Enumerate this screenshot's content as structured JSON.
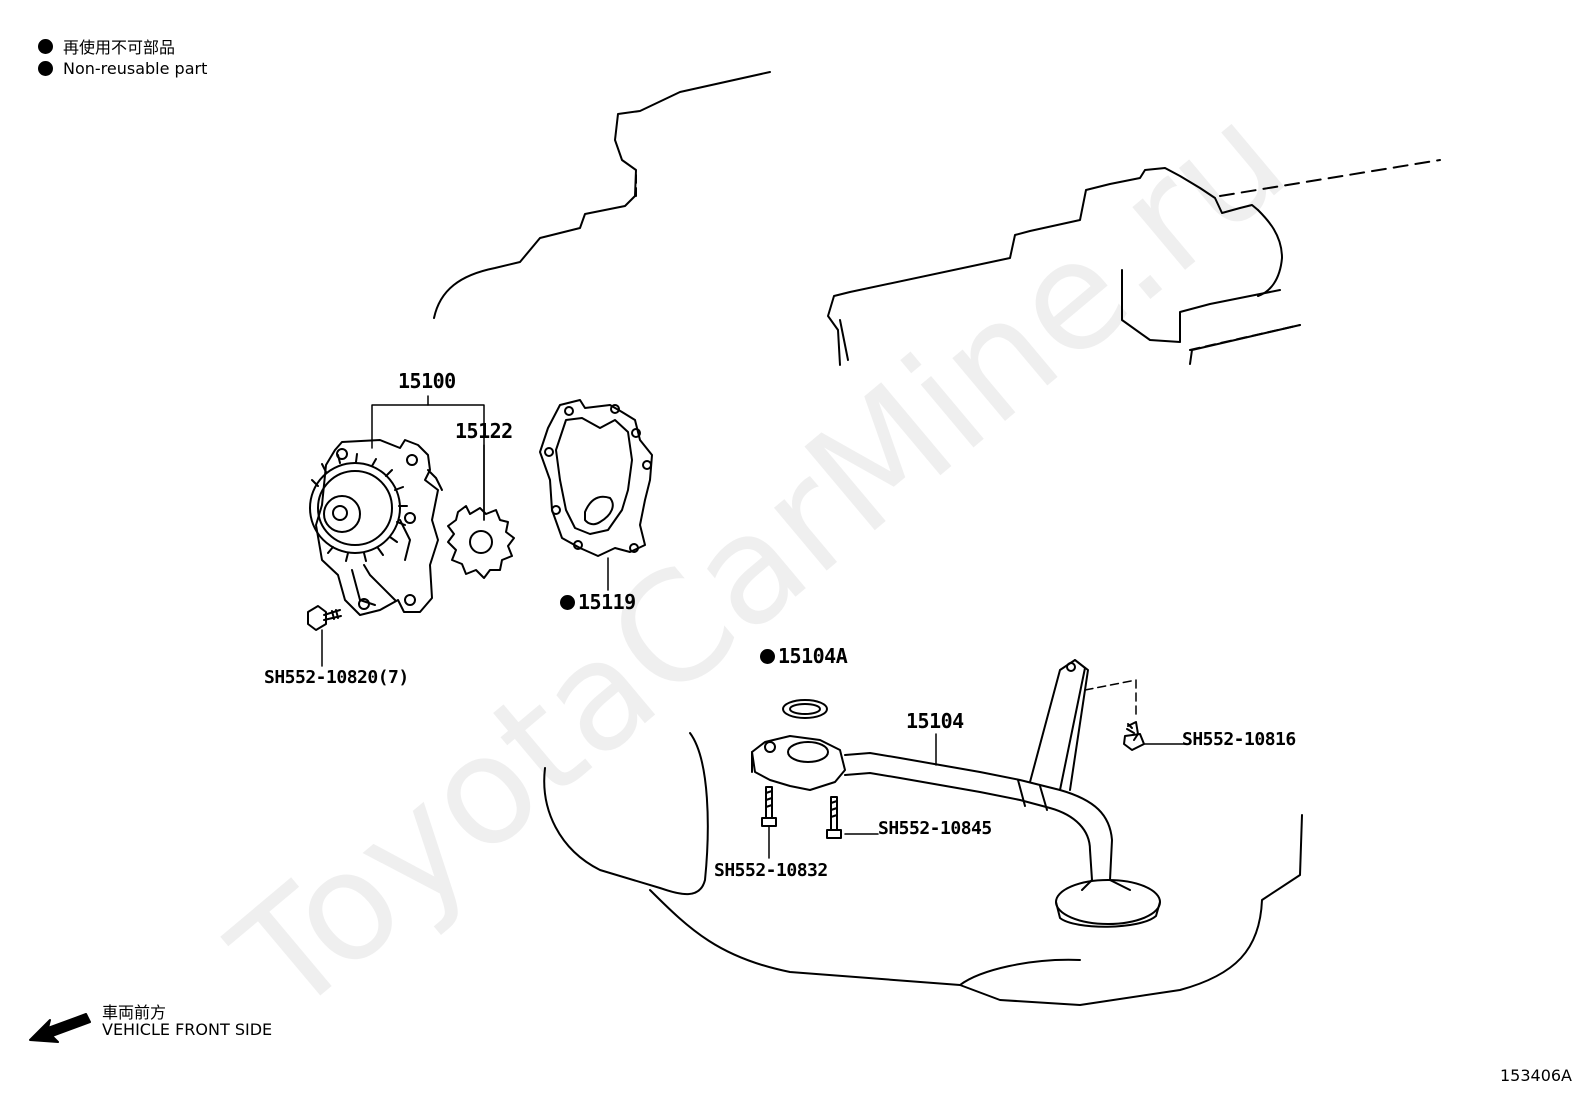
{
  "legend": {
    "jp": "再使用不可部品",
    "en": "Non-reusable part"
  },
  "parts": {
    "p15100": "15100",
    "p15122": "15122",
    "p15119": "15119",
    "p15104A": "15104A",
    "p15104": "15104",
    "b10820": "SH552-10820(7)",
    "b10816": "SH552-10816",
    "b10845": "SH552-10845",
    "b10832": "SH552-10832"
  },
  "direction": {
    "jp": "車両前方",
    "en": "VEHICLE FRONT SIDE"
  },
  "illustration_id": "153406A",
  "watermark": "ToyotaCarMine.ru",
  "icons": {
    "non_reusable_marker": "filled-circle",
    "front_arrow": "arrow-left-down"
  }
}
